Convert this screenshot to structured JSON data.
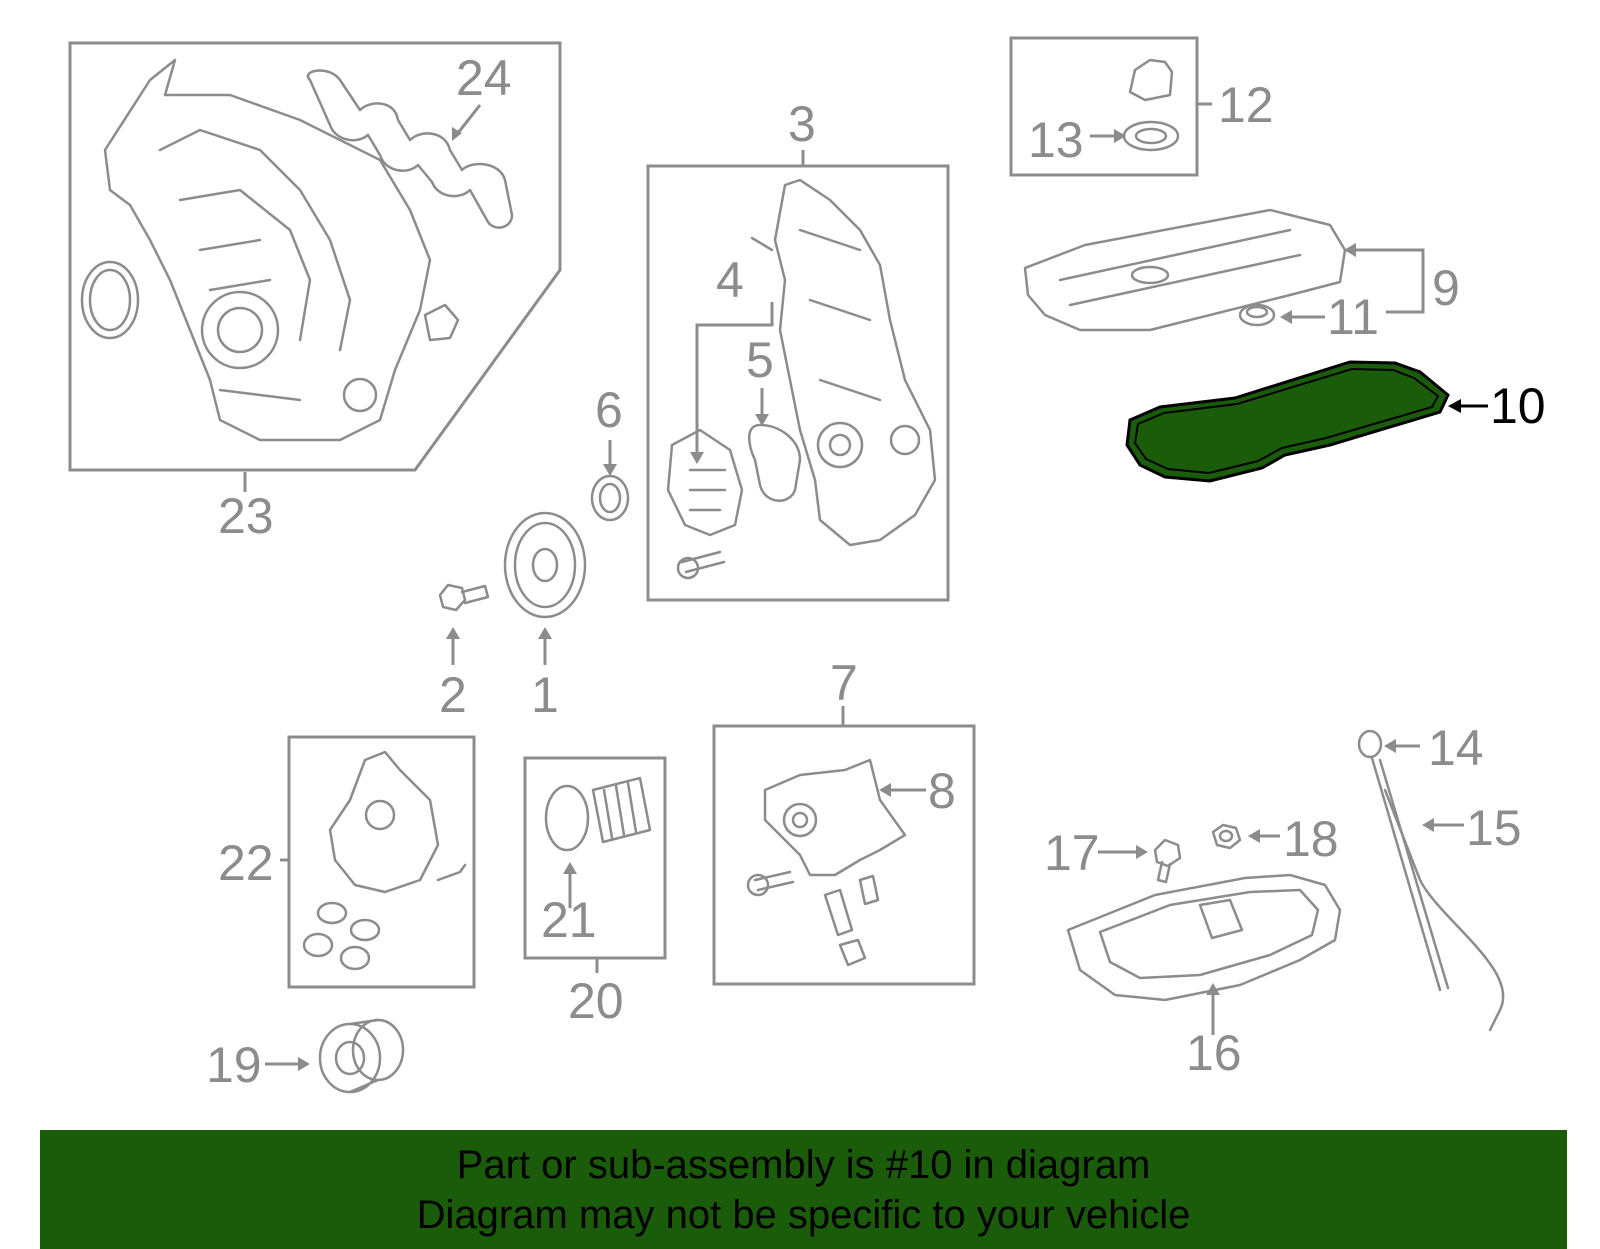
{
  "highlight_color": "#1a5c0a",
  "line_color": "#8c8c8c",
  "banner": {
    "line1": "Part or sub-assembly is #10 in diagram",
    "line2": "Diagram may not be specific to your vehicle"
  },
  "callouts": {
    "c1": "1",
    "c2": "2",
    "c3": "3",
    "c4": "4",
    "c5": "5",
    "c6": "6",
    "c7": "7",
    "c8": "8",
    "c9": "9",
    "c10": "10",
    "c11": "11",
    "c12": "12",
    "c13": "13",
    "c14": "14",
    "c15": "15",
    "c16": "16",
    "c17": "17",
    "c18": "18",
    "c19": "19",
    "c20": "20",
    "c21": "21",
    "c22": "22",
    "c23": "23",
    "c24": "24"
  },
  "highlighted_part": "10"
}
